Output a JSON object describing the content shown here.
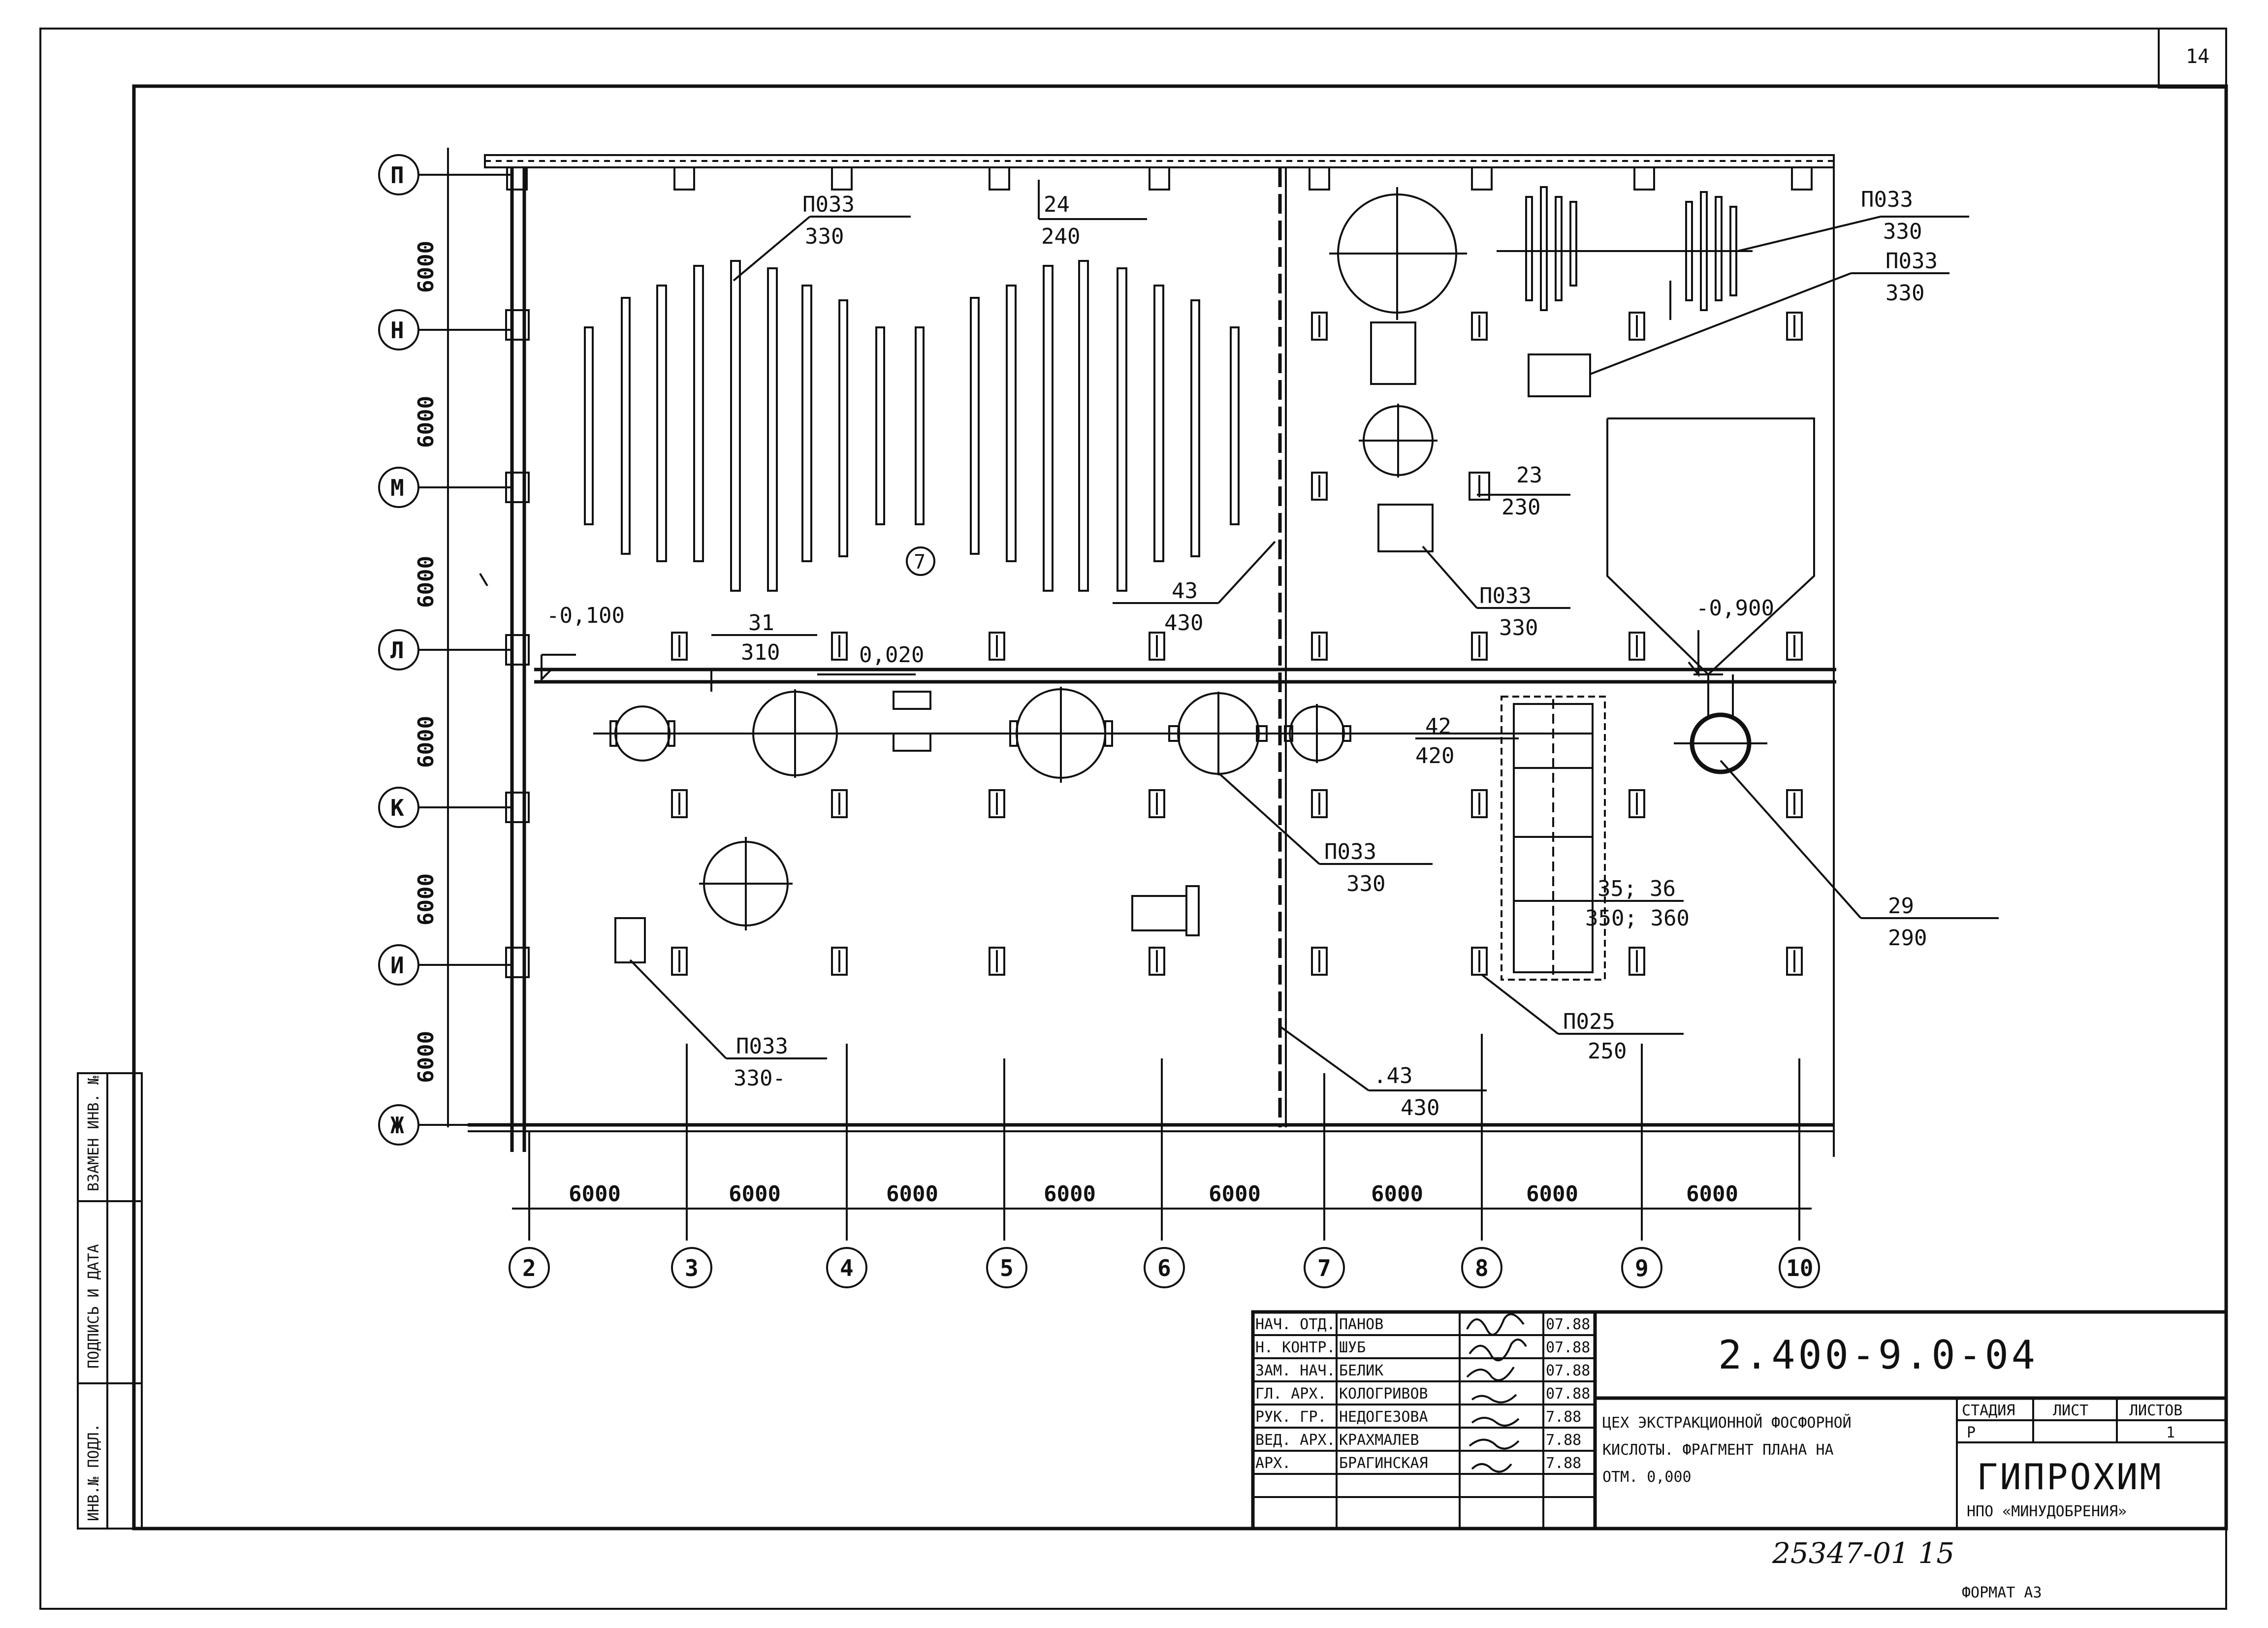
{
  "sheet_number": "14",
  "grid": {
    "rows": [
      "П",
      "Н",
      "М",
      "Л",
      "К",
      "И",
      "Ж"
    ],
    "columns": [
      "2",
      "3",
      "4",
      "5",
      "6",
      "7",
      "8",
      "9",
      "10"
    ],
    "row_spacing": [
      "6000",
      "6000",
      "6000",
      "6000",
      "6000",
      "6000"
    ],
    "column_spacing": [
      "6000",
      "6000",
      "6000",
      "6000",
      "6000",
      "6000",
      "6000",
      "6000"
    ]
  },
  "room_mark": "7",
  "levels": {
    "left": "-0,100",
    "floor_step": "0,020",
    "hopper": "-0,900"
  },
  "callouts": [
    {
      "top": "П033",
      "bottom": "330"
    },
    {
      "top": "24",
      "bottom": "240"
    },
    {
      "top": "П033",
      "bottom": "330"
    },
    {
      "top": "П033",
      "bottom": "330"
    },
    {
      "top": "23",
      "bottom": "230"
    },
    {
      "top": "П033",
      "bottom": "330"
    },
    {
      "top": "43",
      "bottom": "430"
    },
    {
      "top": "31",
      "bottom": "310"
    },
    {
      "top": "42",
      "bottom": "420"
    },
    {
      "top": "П033",
      "bottom": "330"
    },
    {
      "top": "35; 36",
      "bottom": "350; 360"
    },
    {
      "top": "29",
      "bottom": "290"
    },
    {
      "top": "П025",
      "bottom": "250"
    },
    {
      "top": "П033",
      "bottom": "330-"
    },
    {
      "top": ".43",
      "bottom": "430"
    }
  ],
  "side_stamp": [
    "ИНВ.№ ПОДЛ.",
    "ПОДПИСЬ И ДАТА",
    "ВЗАМЕН ИНВ. №"
  ],
  "title_block": {
    "signatures": [
      {
        "role": "НАЧ. ОТД.",
        "name": "ПАНОВ",
        "date": "07.88"
      },
      {
        "role": "Н. КОНТР.",
        "name": "ШУБ",
        "date": "07.88"
      },
      {
        "role": "ЗАМ. НАЧ.",
        "name": "БЕЛИК",
        "date": "07.88"
      },
      {
        "role": "ГЛ. АРХ.",
        "name": "КОЛОГРИВОВ",
        "date": "07.88"
      },
      {
        "role": "РУК. ГР.",
        "name": "НЕДОГЕЗОВА",
        "date": "7.88"
      },
      {
        "role": "ВЕД. АРХ.",
        "name": "КРАХМАЛЕВ",
        "date": "7.88"
      },
      {
        "role": "АРХ.",
        "name": "БРАГИНСКАЯ",
        "date": "7.88"
      }
    ],
    "doc_code": "2.400-9.0-04",
    "description": [
      "ЦЕХ ЭКСТРАКЦИОННОЙ ФОСФОРНОЙ",
      "КИСЛОТЫ. ФРАГМЕНТ ПЛАНА НА",
      "ОТМ. 0,000"
    ],
    "stage_header": "СТАДИЯ",
    "sheet_header": "ЛИСТ",
    "sheets_header": "ЛИСТОВ",
    "stage": "Р",
    "sheet": "1",
    "organization": "ГИПРОХИМ",
    "organization_sub": "НПО «МИНУДОБРЕНИЯ»"
  },
  "archive_number": "25347-01  15",
  "format_label": "ФОРМАТ А3"
}
